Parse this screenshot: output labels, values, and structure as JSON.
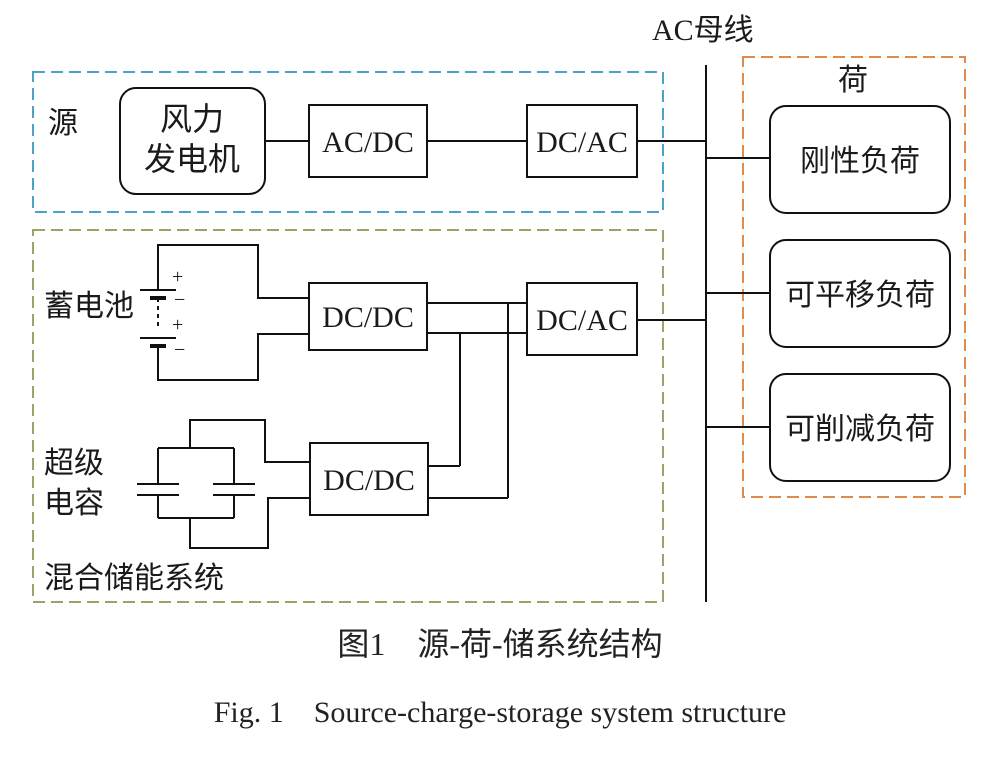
{
  "diagram": {
    "bus_label": "AC母线",
    "source_group_label": "源",
    "load_group_label": "荷",
    "storage_group_label": "混合储能系统",
    "wind_generator_line1": "风力",
    "wind_generator_line2": "发电机",
    "ac_dc": "AC/DC",
    "dc_ac_source": "DC/AC",
    "battery_label": "蓄电池",
    "battery_dcdc": "DC/DC",
    "dc_ac_storage": "DC/AC",
    "supercap_line1": "超级",
    "supercap_line2": "电容",
    "supercap_dcdc": "DC/DC",
    "load_rigid": "刚性负荷",
    "load_shiftable": "可平移负荷",
    "load_reducible": "可削减负荷",
    "plus_sign": "+",
    "minus_sign": "−"
  },
  "caption": {
    "cn": "图1　源-荷-储系统结构",
    "en": "Fig. 1　Source-charge-storage system structure"
  },
  "colors": {
    "source_border": "#4aa3c8",
    "storage_border": "#9aa36a",
    "load_border": "#e08a4e",
    "line": "#111111"
  }
}
